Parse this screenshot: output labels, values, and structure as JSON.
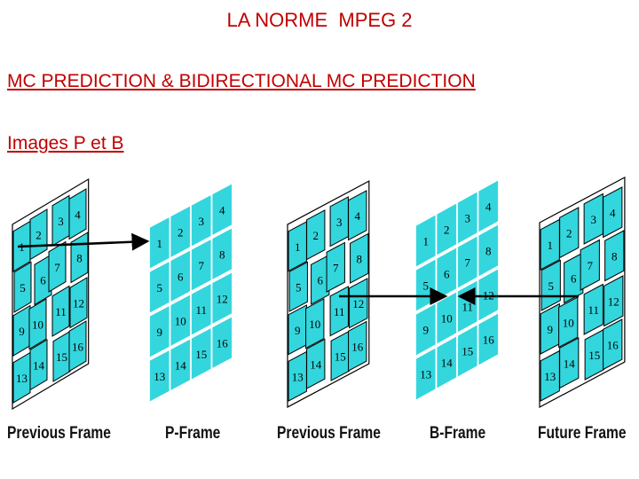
{
  "title": "LA NORME  MPEG 2",
  "subtitle": "MC PREDICTION & BIDIRECTIONAL MC PREDICTION",
  "subtitle2": "Images P et B",
  "colors": {
    "heading": "#c00000",
    "block": "#33d6dd",
    "outline": "#000000"
  },
  "blocks": [
    "1",
    "2",
    "3",
    "4",
    "5",
    "6",
    "7",
    "8",
    "9",
    "10",
    "11",
    "12",
    "13",
    "14",
    "15",
    "16"
  ],
  "captions": {
    "previous_frame_1": "Previous Frame",
    "p_frame": "P-Frame",
    "previous_frame_2": "Previous Frame",
    "b_frame": "B-Frame",
    "future_frame": "Future Frame"
  }
}
